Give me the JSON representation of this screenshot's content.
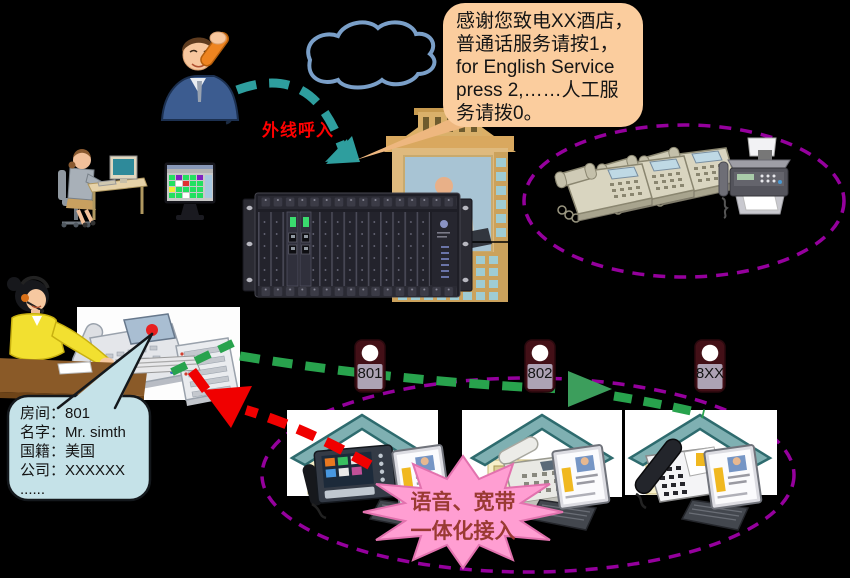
{
  "greeting_bubble": {
    "lines": [
      "感谢您致电XX酒店，",
      "普通话服务请按1，",
      "for English Service",
      " press 2,……人工服",
      "务请拨0。"
    ]
  },
  "incoming_call_label": "外线呼入",
  "guest_info_card": {
    "lines": [
      "房间：801",
      "名字：Mr. simth",
      "国籍：美国",
      "公司：XXXXXX",
      "......"
    ]
  },
  "door_tags": [
    "801",
    "802",
    "8XX"
  ],
  "starburst": {
    "lines": [
      "语音、宽带",
      "一体化接入"
    ]
  },
  "icons": {
    "caller": "man-on-telephone",
    "cloud": "pstn-network-cloud",
    "operator_workstation": "attendant-at-computer",
    "monitoring_screen": "room-status-monitor",
    "hotel_building": "hotel-tower",
    "pbx_rack": "pbx-chassis-with-cards",
    "analog_phones": "three-desk-phones",
    "fax": "fax-machine",
    "receptionist": "front-desk-operator",
    "operator_console": "attendant-console-phone",
    "door_tag": "room-door-hanger",
    "house": "guest-room-house",
    "devices": "ip-phone-and-laptop"
  },
  "colors": {
    "background": "#000000",
    "bubble_fill": "#FBCD9E",
    "guest_card_fill": "#C5E2E8",
    "dashed_ellipse": "#95009D",
    "incoming_arrow": "#2E9E9E",
    "incoming_text": "#FF0000",
    "route_green": "#28A34D",
    "route_red": "#F00000",
    "starburst_fill": "#FF9ED2",
    "starburst_text": "#9A3A33",
    "door_tag_body": "#431017",
    "door_tag_label": "#ADA2B4"
  }
}
